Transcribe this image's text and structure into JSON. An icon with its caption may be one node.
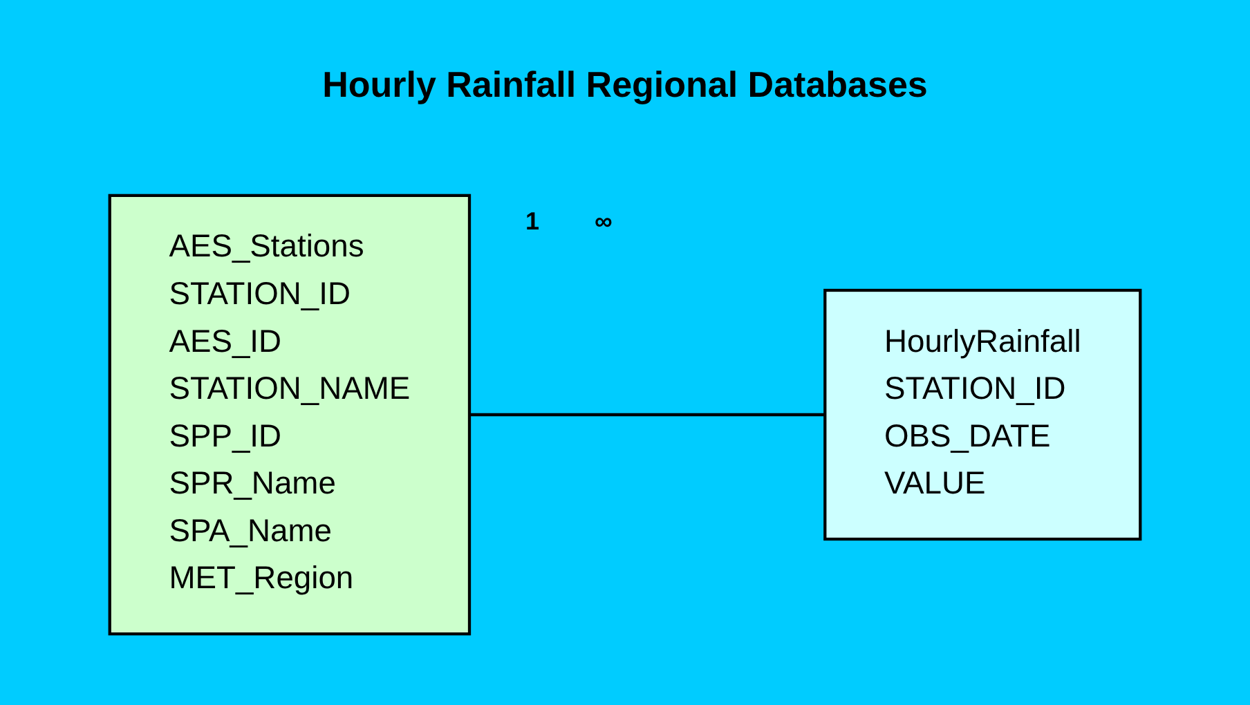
{
  "diagram": {
    "title": "Hourly Rainfall Regional Databases",
    "nodes": [
      {
        "text": [
          "AES_Stations",
          "STATION_ID",
          "AES_ID",
          "STATION_NAME",
          "SPP_ID",
          "SPR_Name",
          "SPA_Name",
          "MET_Region"
        ]
      },
      {
        "text": [
          "HourlyRainfall",
          "STATION_ID",
          "OBS_DATE",
          "VALUE"
        ]
      }
    ],
    "edges": [
      {
        "from": 0,
        "to": 1,
        "arrow": "none"
      }
    ],
    "labels": [
      "1",
      "∞"
    ]
  }
}
